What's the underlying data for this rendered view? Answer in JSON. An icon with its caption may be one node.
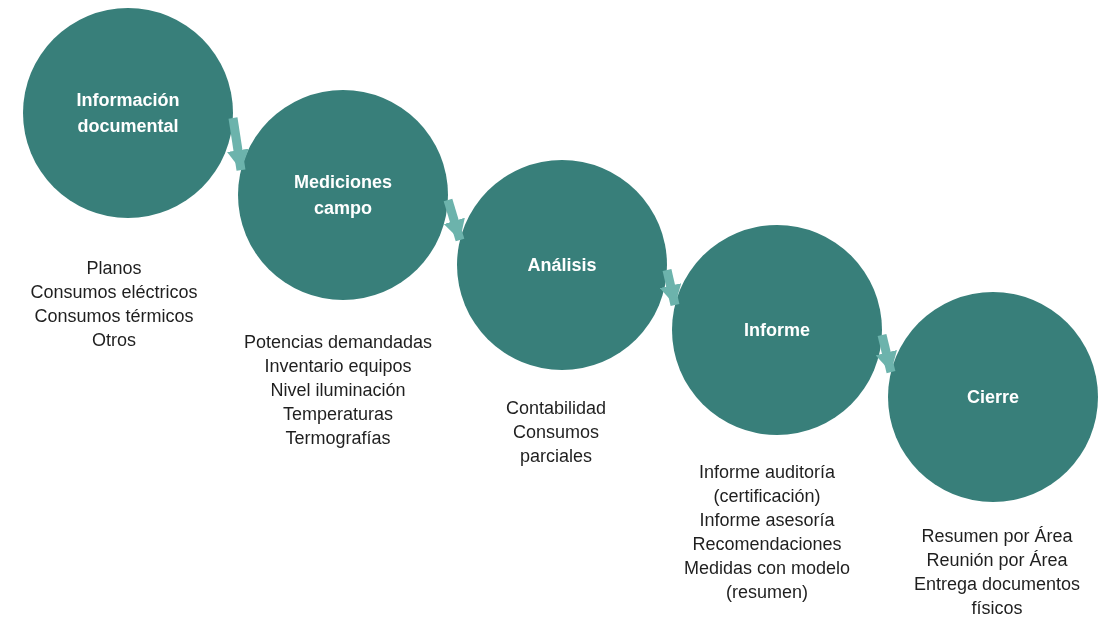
{
  "diagram": {
    "nodes": [
      {
        "text": [
          "Información documental"
        ],
        "beside": [
          "Planos",
          "Consumos eléctricos",
          "Consumos térmicos",
          "Otros"
        ]
      },
      {
        "text": [
          "Mediciones campo"
        ],
        "beside": [
          "Potencias demandadas",
          "Inventario equipos",
          "Nivel iluminación",
          "Temperaturas",
          "Termografías"
        ]
      },
      {
        "text": [
          "Análisis"
        ],
        "beside": [
          "Contabilidad",
          "Consumos parciales"
        ]
      },
      {
        "text": [
          "Informe"
        ],
        "beside": [
          "Informe auditoría (certificación)",
          "Informe asesoría",
          "Recomendaciones",
          "Medidas con modelo (resumen)"
        ]
      },
      {
        "text": [
          "Cierre"
        ],
        "beside": [
          "Resumen por Área",
          "Reunión por Área",
          "Entrega documentos físicos"
        ]
      }
    ],
    "edges": [
      {
        "from": 0,
        "to": 1,
        "arrow": "to"
      },
      {
        "from": 1,
        "to": 2,
        "arrow": "to"
      },
      {
        "from": 2,
        "to": 3,
        "arrow": "to"
      },
      {
        "from": 3,
        "to": 4,
        "arrow": "to"
      }
    ]
  }
}
